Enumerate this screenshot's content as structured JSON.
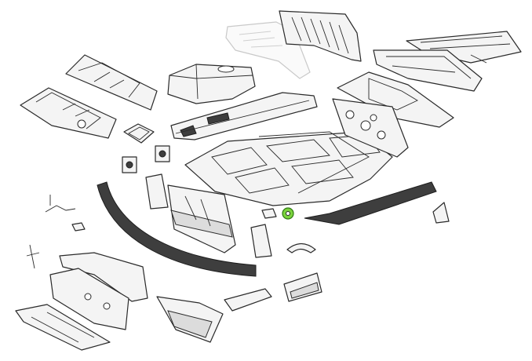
{
  "diagram": {
    "kind": "exploded-view",
    "highlight_color": "#7bd33e",
    "parts": [
      {
        "id": "rear-floor-panel-left",
        "icon": "floor-panel"
      },
      {
        "id": "fuel-tank",
        "icon": "tank"
      },
      {
        "id": "rear-shelf-panel",
        "icon": "panel"
      },
      {
        "id": "rear-bulkhead-panel",
        "icon": "panel"
      },
      {
        "id": "rear-floor-rear",
        "icon": "floor-panel"
      },
      {
        "id": "trunk-floor",
        "icon": "floor-panel"
      },
      {
        "id": "rear-valance",
        "icon": "panel"
      },
      {
        "id": "tunnel",
        "icon": "tunnel"
      },
      {
        "id": "main-floor-pan",
        "icon": "floor-pan"
      },
      {
        "id": "front-floor-panel",
        "icon": "floor-panel"
      },
      {
        "id": "rocker-panel",
        "icon": "sill"
      },
      {
        "id": "front-apron",
        "icon": "apron"
      },
      {
        "id": "highlighted-nut",
        "icon": "nut"
      }
    ]
  }
}
